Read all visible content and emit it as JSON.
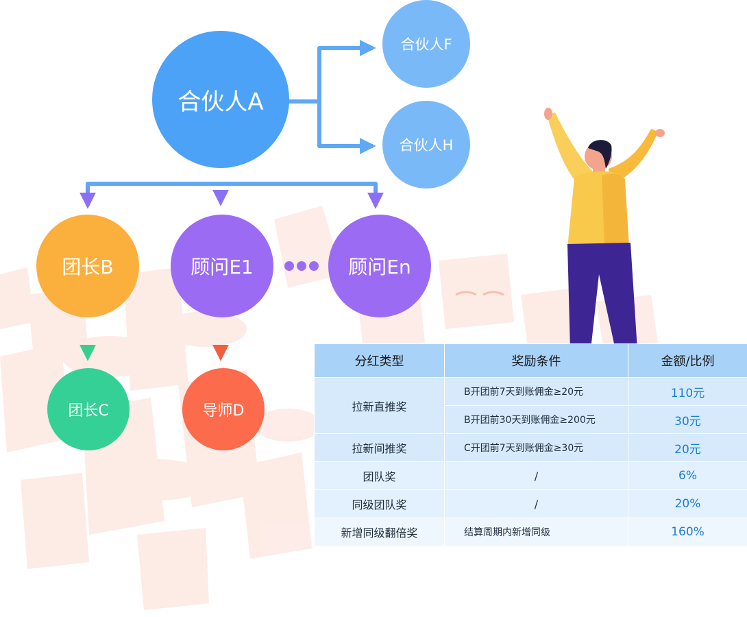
{
  "nodes": {
    "partner_a": "合伙人A",
    "partner_f": "合伙人F",
    "partner_h": "合伙人H",
    "leader_b": "团长B",
    "consultant_e1": "顾问E1",
    "consultant_en": "顾问En",
    "leader_c": "团长C",
    "mentor_d": "导师D"
  },
  "colors": {
    "partner_a": "#4ba2f7",
    "partner_light": "#7ab9f8",
    "leader_b": "#fbaf3c",
    "consultant": "#9b6cf3",
    "leader_c": "#35d095",
    "mentor_d": "#fb6b4c",
    "arrow_blue": "#5ea8f6",
    "arrow_purple": "#8b70f5"
  },
  "table": {
    "headers": [
      "分红类型",
      "奖励条件",
      "金额/比例"
    ],
    "rows": [
      {
        "type": "拉新直推奖",
        "conditions": [
          "B开团前7天到账佣金≥20元",
          "B开团前30天到账佣金≥200元"
        ],
        "amounts": [
          "110元",
          "30元"
        ]
      },
      {
        "type": "拉新间推奖",
        "conditions": [
          "C开团前7天到账佣金≥30元"
        ],
        "amounts": [
          "20元"
        ]
      },
      {
        "type": "团队奖",
        "conditions": [
          "/"
        ],
        "amounts": [
          "6%"
        ]
      },
      {
        "type": "同级团队奖",
        "conditions": [
          "/"
        ],
        "amounts": [
          "20%"
        ]
      },
      {
        "type": "新增同级翻倍奖",
        "conditions": [
          "结算周期内新增同级"
        ],
        "amounts": [
          "160%"
        ]
      }
    ]
  }
}
